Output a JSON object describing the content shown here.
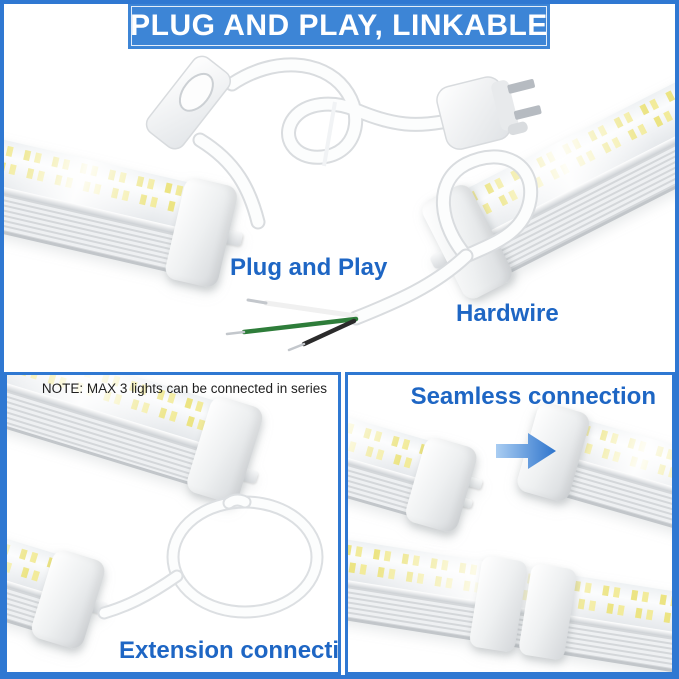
{
  "banner": {
    "title": "PLUG AND PLAY, LINKABLE"
  },
  "top_section": {
    "plug_and_play_label": "Plug and Play",
    "hardwire_label": "Hardwire",
    "objects": [
      "led-tube-light",
      "power-cord-with-rocker-switch",
      "three-prong-plug",
      "hardwire-cable-with-stripped-wires"
    ]
  },
  "extension_panel": {
    "note": "NOTE: MAX 3 lights can be connected in series",
    "label": "Extension connection",
    "objects": [
      "led-tube-light-upper",
      "extension-cable-loop",
      "led-tube-light-lower"
    ]
  },
  "seamless_panel": {
    "label": "Seamless connection",
    "objects": [
      "tube-end-with-connector-plug",
      "arrow-right",
      "tube-end-socket",
      "two-tubes-joined"
    ]
  },
  "colors": {
    "frame_border": "#2f78d2",
    "banner_bg": "#3d85d6",
    "banner_text": "#ffffff",
    "label_blue": "#1e66c4",
    "note_text": "#1f1f1f",
    "arrow_gradient_start": "#a9cdf2",
    "arrow_gradient_end": "#2e74cc",
    "led_chip": "#f0e992",
    "wire_green": "#2e7d3a",
    "wire_black": "#2b2b2b",
    "wire_white": "#f0f0f0"
  }
}
